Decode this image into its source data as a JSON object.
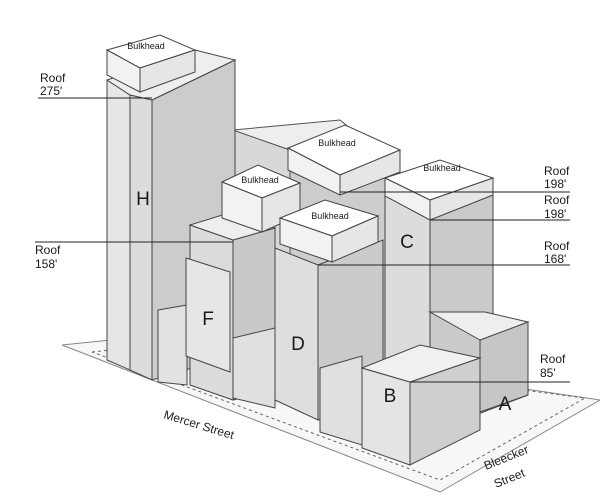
{
  "buildings": {
    "h": {
      "letter": "H",
      "bulkhead": "Bulkhead",
      "roof_label": "Roof",
      "roof_height": "275'"
    },
    "f": {
      "letter": "F",
      "bulkhead": "Bulkhead",
      "roof_label": "Roof",
      "roof_height": "158'"
    },
    "d": {
      "letter": "D",
      "bulkhead": "Bulkhead",
      "roof_label": "Roof",
      "roof_height": "168'"
    },
    "c": {
      "letter": "C",
      "bulkhead": "Bulkhead",
      "roof_label": "Roof",
      "roof_height": "198'"
    },
    "c2": {
      "roof_label": "Roof",
      "roof_height": "198'"
    },
    "back": {
      "bulkhead": "Bulkhead"
    },
    "b": {
      "letter": "B",
      "roof_label": "Roof",
      "roof_height": "85'"
    },
    "a": {
      "letter": "A"
    }
  },
  "streets": {
    "mercer": "Mercer Street",
    "bleecker_line1": "Bleecker",
    "bleecker_line2": "Street"
  },
  "colors": {
    "front": "#e2e2e2",
    "side": "#cfcfcf",
    "top": "#f4f4f4",
    "bulkhead": "#ffffff",
    "stroke": "#3a3a3a"
  }
}
